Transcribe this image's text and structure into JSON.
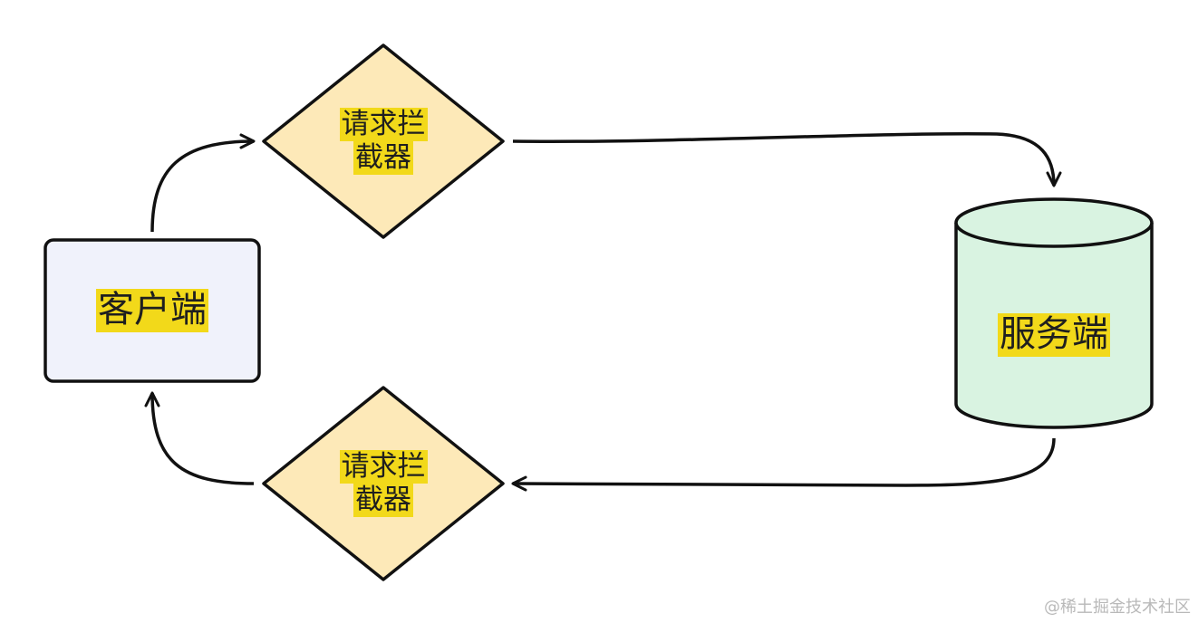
{
  "nodes": {
    "client": {
      "label": "客户端",
      "fill": "#f0f2fb"
    },
    "server": {
      "label": "服务端",
      "fill": "#d9f3e1"
    },
    "request_interceptor": {
      "line1": "请求拦",
      "line2": "截器",
      "fill": "#fde9b8"
    },
    "response_interceptor": {
      "line1": "请求拦",
      "line2": "截器",
      "fill": "#fde9b8"
    }
  },
  "highlight_color": "#f2d91a",
  "watermark": "@稀土掘金技术社区"
}
